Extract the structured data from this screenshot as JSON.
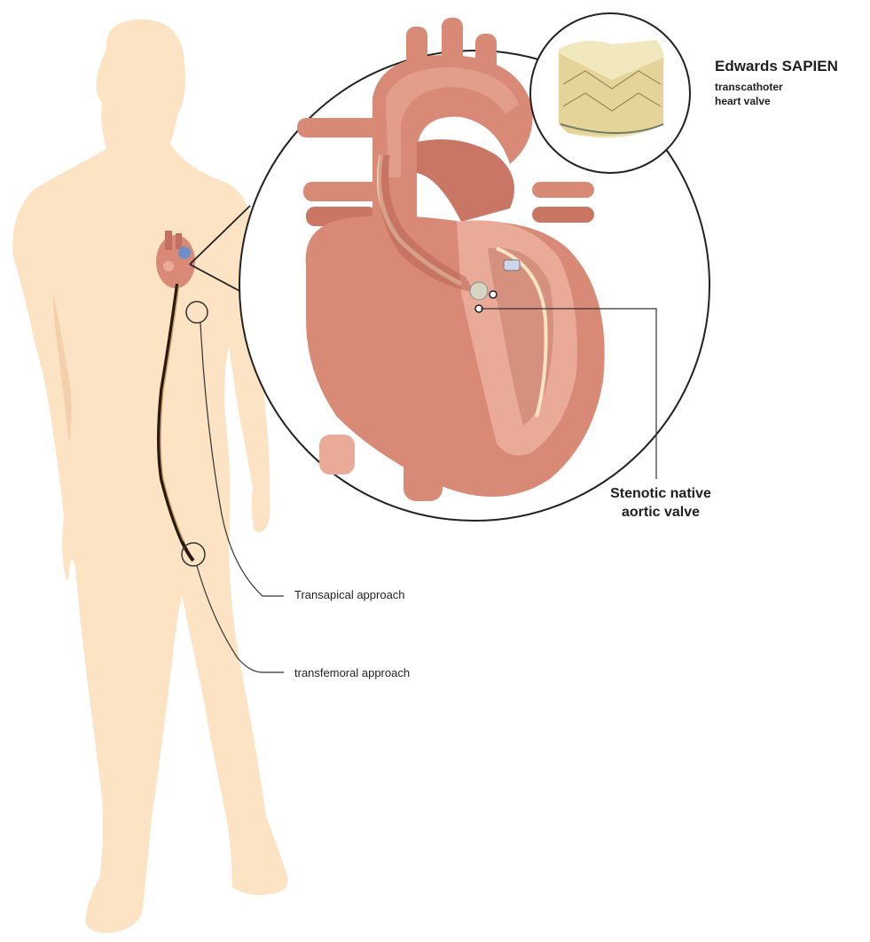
{
  "labels": {
    "valve_name": "Edwards SAPIEN",
    "valve_desc_line1": "transcathoter",
    "valve_desc_line2": "heart valve",
    "native_line1": "Stenotic native",
    "native_line2": "aortic valve",
    "transapical": "Transapical approach",
    "transfemoral": "transfemoral approach"
  },
  "colors": {
    "body_skin": "#fbe3c4",
    "heart_main": "#d98a76",
    "heart_light": "#e9ab98",
    "heart_dark": "#b55e4d",
    "valve_gold": "#e9dca4",
    "catheter": "#2a1a0e",
    "outline": "#222222",
    "vein_blue": "#6e8fc8"
  }
}
